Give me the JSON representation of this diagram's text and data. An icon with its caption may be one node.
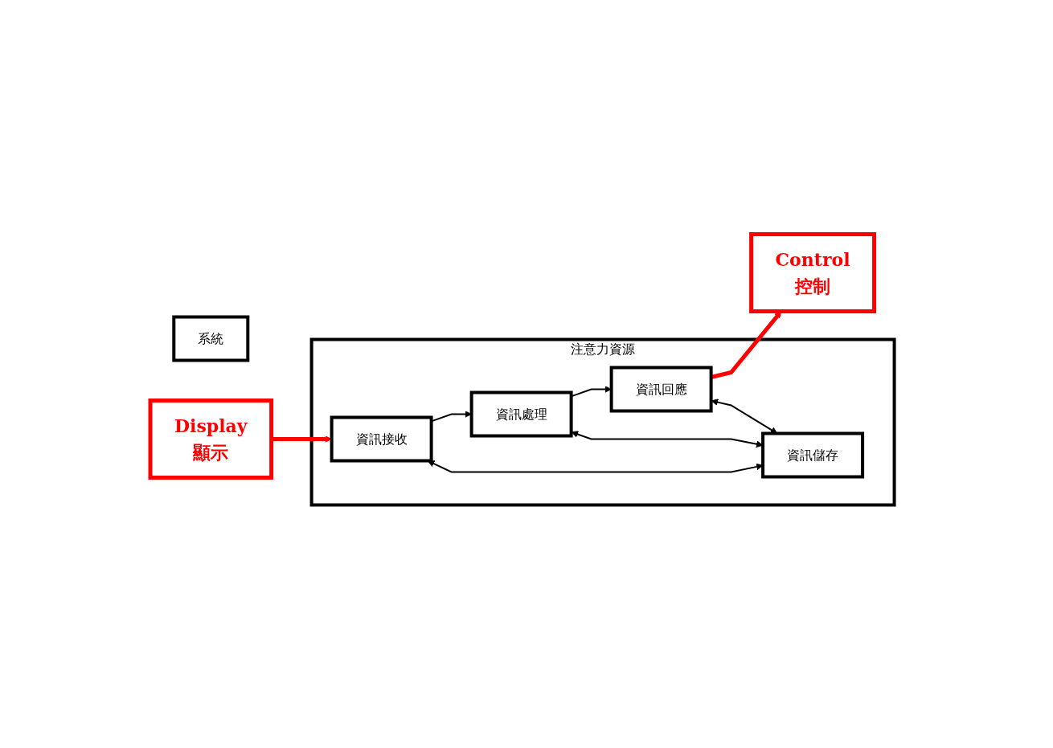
{
  "diagram": {
    "nodes": [
      {
        "text": [
          "系統"
        ]
      },
      {
        "text": [
          "Display",
          "顯示"
        ]
      },
      {
        "text": [
          "Control",
          "控制"
        ]
      },
      {
        "text": [
          "注意力資源"
        ]
      },
      {
        "text": [
          "資訊接收"
        ],
        "in": 3
      },
      {
        "text": [
          "資訊處理"
        ],
        "in": 3
      },
      {
        "text": [
          "資訊回應"
        ],
        "in": 3
      },
      {
        "text": [
          "資訊儲存"
        ],
        "in": 3
      }
    ],
    "edges": [
      {
        "from": 1,
        "to": 4,
        "arrow": "to",
        "style": "thick",
        "color": "#ff0000"
      },
      {
        "from": 6,
        "to": 2,
        "arrow": "to",
        "style": "thick",
        "color": "#ff0000"
      },
      {
        "from": 4,
        "to": 5,
        "arrow": "to"
      },
      {
        "from": 5,
        "to": 6,
        "arrow": "to"
      },
      {
        "from": 5,
        "to": 7,
        "arrow": "both"
      },
      {
        "from": 4,
        "to": 7,
        "arrow": "both"
      },
      {
        "from": 6,
        "to": 7,
        "arrow": "both"
      }
    ]
  }
}
